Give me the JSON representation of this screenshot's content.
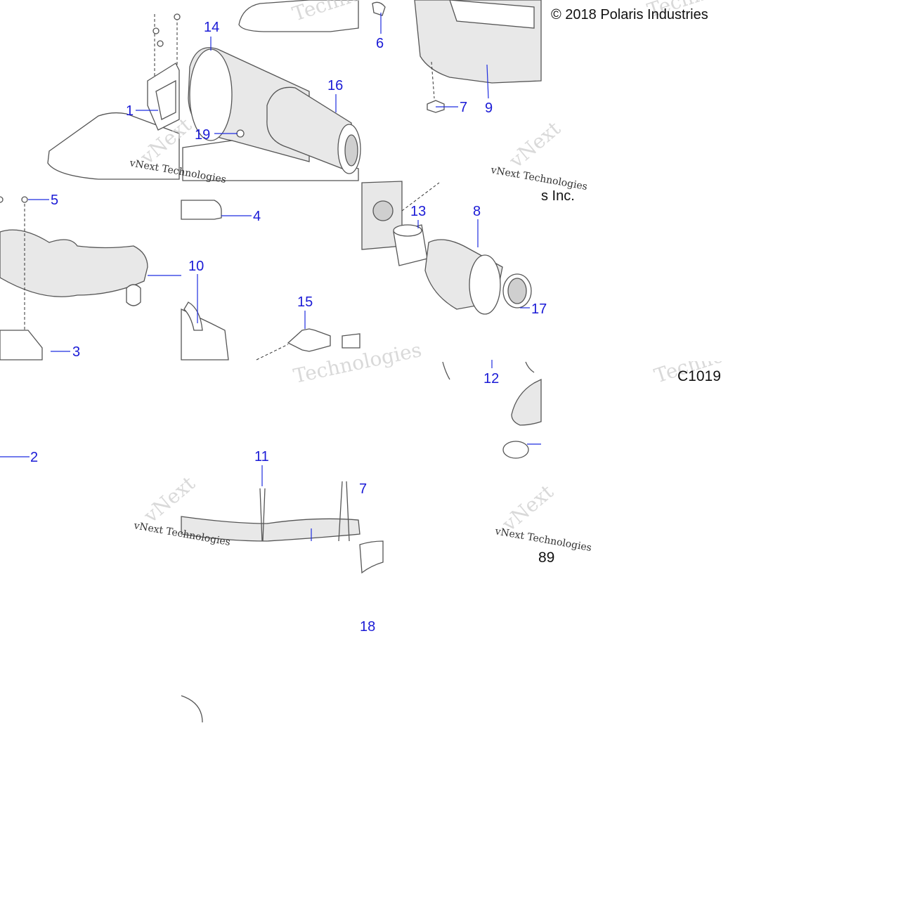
{
  "copyright": "© 2018 Polaris Industries",
  "copyright_fragment": "s Inc.",
  "diagram_code": "C1019",
  "diagram_code_fragment": "89",
  "watermark": {
    "large": "Technologies",
    "small": "vNext Technologies",
    "short": "vNext"
  },
  "callouts": [
    "1",
    "2",
    "3",
    "4",
    "5",
    "6",
    "7",
    "7",
    "8",
    "9",
    "10",
    "11",
    "12",
    "13",
    "14",
    "15",
    "16",
    "17",
    "18",
    "19"
  ]
}
